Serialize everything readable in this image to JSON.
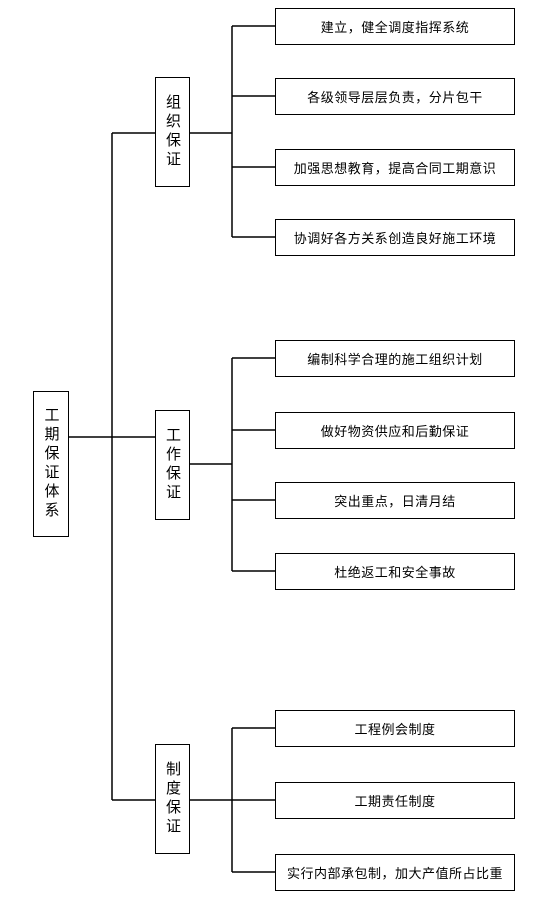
{
  "root": {
    "label": "工期保证体系"
  },
  "categories": [
    {
      "label": "组织保证",
      "items": [
        "建立，健全调度指挥系统",
        "各级领导层层负责，分片包干",
        "加强思想教育，提高合同工期意识",
        "协调好各方关系创造良好施工环境"
      ]
    },
    {
      "label": "工作保证",
      "items": [
        "编制科学合理的施工组织计划",
        "做好物资供应和后勤保证",
        "突出重点，日清月结",
        "杜绝返工和安全事故"
      ]
    },
    {
      "label": "制度保证",
      "items": [
        "工程例会制度",
        "工期责任制度",
        "实行内部承包制，加大产值所占比重"
      ]
    }
  ]
}
